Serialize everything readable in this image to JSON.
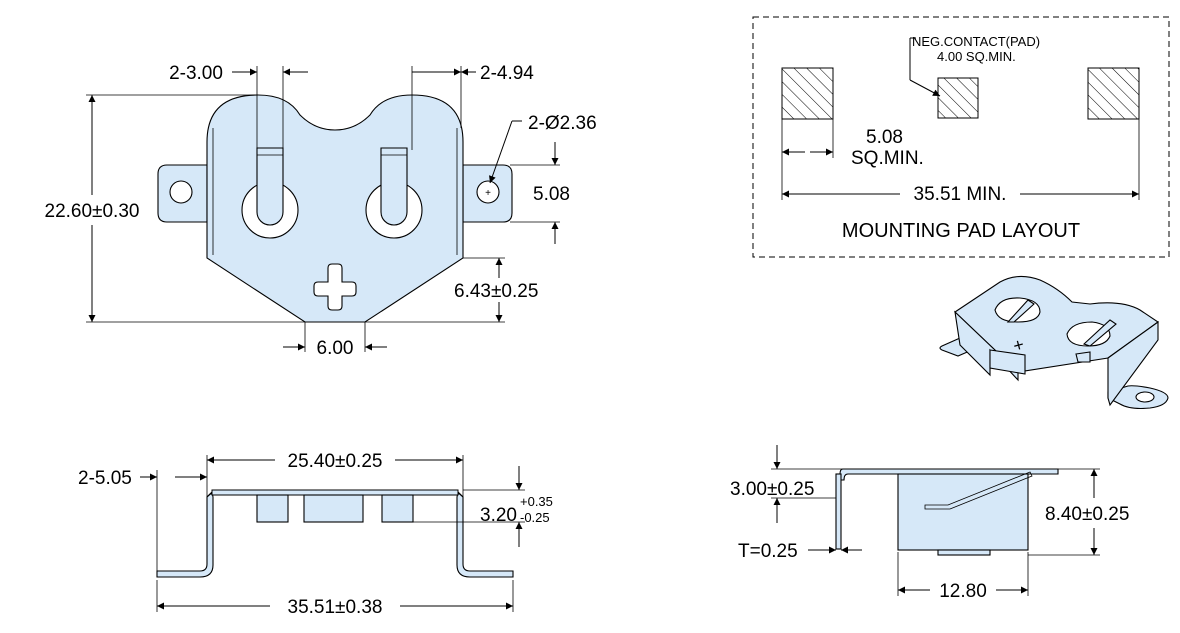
{
  "top_view": {
    "slot_width": "2-3.00",
    "slot_spacing": "2-4.94",
    "hole_diameter": "2-Ø2.36",
    "tab_height": "5.08",
    "overall_height": "22.60±0.30",
    "bottom_offset": "6.43±0.25",
    "bottom_width": "6.00"
  },
  "mounting_pad_layout": {
    "title": "MOUNTING PAD LAYOUT",
    "neg_contact_line1": "NEG.CONTACT(PAD)",
    "neg_contact_line2": "4.00 SQ.MIN.",
    "pad_size_line1": "5.08",
    "pad_size_line2": "SQ.MIN.",
    "pad_span": "35.51 MIN."
  },
  "front_view": {
    "leg_offset": "2-5.05",
    "inner_width": "25.40±0.25",
    "height_base": "3.20",
    "height_tol_plus": "+0.35",
    "height_tol_minus": "-0.25",
    "overall_width": "35.51±0.38"
  },
  "side_view": {
    "top_height": "3.00±0.25",
    "thickness": "T=0.25",
    "total_height": "8.40±0.25",
    "body_width": "12.80"
  },
  "colors": {
    "part_fill": "#d6e8f8",
    "outline": "#000000"
  }
}
